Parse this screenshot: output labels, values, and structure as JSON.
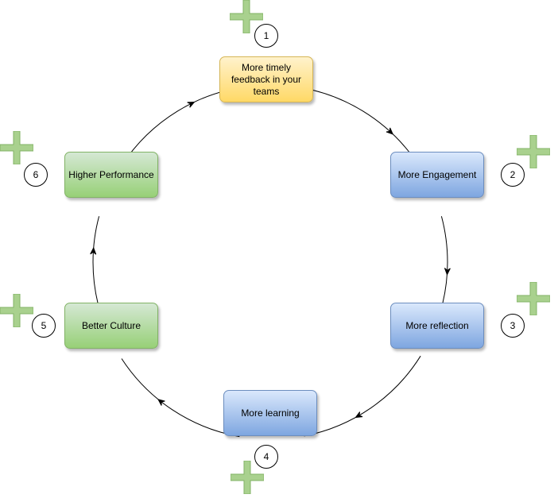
{
  "diagram": {
    "nodes": [
      {
        "id": "n1",
        "label": "More timely feedback in your teams",
        "style": "yellow",
        "badge": "1"
      },
      {
        "id": "n2",
        "label": "More Engagement",
        "style": "blue",
        "badge": "2"
      },
      {
        "id": "n3",
        "label": "More reflection",
        "style": "blue",
        "badge": "3"
      },
      {
        "id": "n4",
        "label": "More learning",
        "style": "blue",
        "badge": "4"
      },
      {
        "id": "n5",
        "label": "Better Culture",
        "style": "green",
        "badge": "5"
      },
      {
        "id": "n6",
        "label": "Higher Performance",
        "style": "green",
        "badge": "6"
      }
    ],
    "edges": [
      {
        "from": "n1",
        "to": "n2"
      },
      {
        "from": "n2",
        "to": "n3"
      },
      {
        "from": "n3",
        "to": "n4"
      },
      {
        "from": "n4",
        "to": "n5"
      },
      {
        "from": "n5",
        "to": "n6"
      },
      {
        "from": "n6",
        "to": "n1"
      }
    ],
    "icons": {
      "badge_decoration": "plus-icon"
    },
    "colors": {
      "yellow_fill_top": "#fff2cc",
      "yellow_fill_bottom": "#ffd966",
      "yellow_stroke": "#d6b656",
      "blue_fill_top": "#dae8fc",
      "blue_fill_bottom": "#7ea6e0",
      "blue_stroke": "#6c8ebf",
      "green_fill_top": "#d5e8d4",
      "green_fill_bottom": "#97d077",
      "green_stroke": "#82b366",
      "plus_fill": "#a9d18e",
      "plus_stroke": "#82b366",
      "connector": "#000000"
    }
  }
}
